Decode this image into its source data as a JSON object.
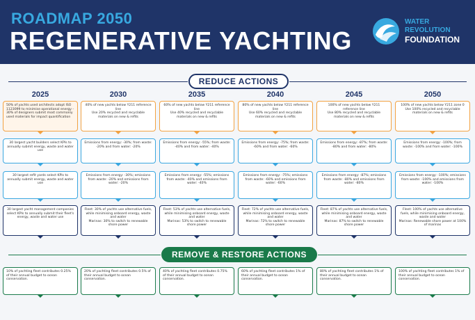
{
  "header": {
    "subtitle": "ROADMAP 2050",
    "title": "REGENERATIVE YACHTING"
  },
  "logo": {
    "line1": "WATER",
    "line2": "REVOLUTION",
    "line3": "FOUNDATION",
    "icon": "wave-icon"
  },
  "sections": {
    "reduce": "REDUCE ACTIONS",
    "remove": "REMOVE & RESTORE ACTIONS"
  },
  "years": [
    "2025",
    "2030",
    "2035",
    "2040",
    "2045",
    "2050"
  ],
  "rows": {
    "materials": [
      "50% of yachts used architects adopt ISO 1123099 to minimise operational energy - 30% of designers submit most commonly used materials for impact quantification",
      "40% of new yachts below Y211 reference line\nUse 20% recycled and recyclable materials on new & refits",
      "60% of new yachts below Y211 reference line\nUse 40% recycled and recyclable materials on new & refits",
      "80% of new yachts below Y211 reference line\nUse 60% recycled and recyclable materials on new & refits",
      "100% of new yachts below Y211 reference line\nUse 80% recycled and recyclable materials on new & refits",
      "100% of new yachts below Y211 zone 0\nUse 100% recycled and recyclable materials on new & refits"
    ],
    "builders": [
      "30 largest yacht builders select KPIs to annually submit energy, waste and water use",
      "Emissions from energy: -30%; from waste: -20% and from water: -20%",
      "Emissions from energy: -55%; from waste: -40% and from water: -40%",
      "Emissions from energy: -75%; from waste: -60% and from water: -60%",
      "Emissions from energy: -87%; from waste: -80% and from water: -80%",
      "Emissions from energy: -100%; from waste: -100% and from water: -100%"
    ],
    "refit": [
      "30 largest refit yards select KPIs to annually submit energy, waste and water use",
      "Emissions from energy: -30%; emissions from waste: -20% and emissions from water: -20%",
      "Emissions from energy: -55%; emissions from waste: -40% and emissions from water: -40%",
      "Emissions from energy: -75%; emissions from waste: -60% and emissions from water: -60%",
      "Emissions from energy: -87%; emissions from waste: -80% and emissions from water: -80%",
      "Emissions from energy: -100%; emissions from waste: -100% and emissions from water: -100%"
    ],
    "fleet": [
      "30 largest yacht management companies select KPIs to annually submit their fleet's energy, waste and water use",
      "Fleet: 30% of yachts use alternative fuels, while minimising onboard energy, waste and water\nMarinas: 30% to switch to renewable shore power",
      "Fleet: 53% of yachts use alternative fuels, while minimising onboard energy, waste and water\nMarinas: 53% to switch to renewable shore power",
      "Fleet: 72% of yachts use alternative fuels, while minimising onboard energy, waste and water\nMarinas: 72% to switch to renewable shore power",
      "Fleet: 87% of yachts use alternative fuels, while minimising onboard energy, waste and water\nMarinas: 87% to switch to renewable shore power",
      "Fleet: 100% of yachts use alternative fuels, while minimising onboard energy, waste and water\nMarinas: Renewable shore power at 100% of marinas"
    ],
    "restore": [
      "10% of yachting fleet contributes 0.25% of their annual budget to ocean conservation.",
      "20% of yachting fleet contributes 0.5% of their annual budget to ocean conservation.",
      "40% of yachting fleet contributes 0.75% of their annual budget to ocean conservation.",
      "60% of yachting fleet contributes 1% of their annual budget to ocean conservation.",
      "80% of yachting fleet contributes 1% of their annual budget to ocean conservation.",
      "100% of yachting fleet contributes 1% of their annual budget to ocean conservation."
    ]
  }
}
